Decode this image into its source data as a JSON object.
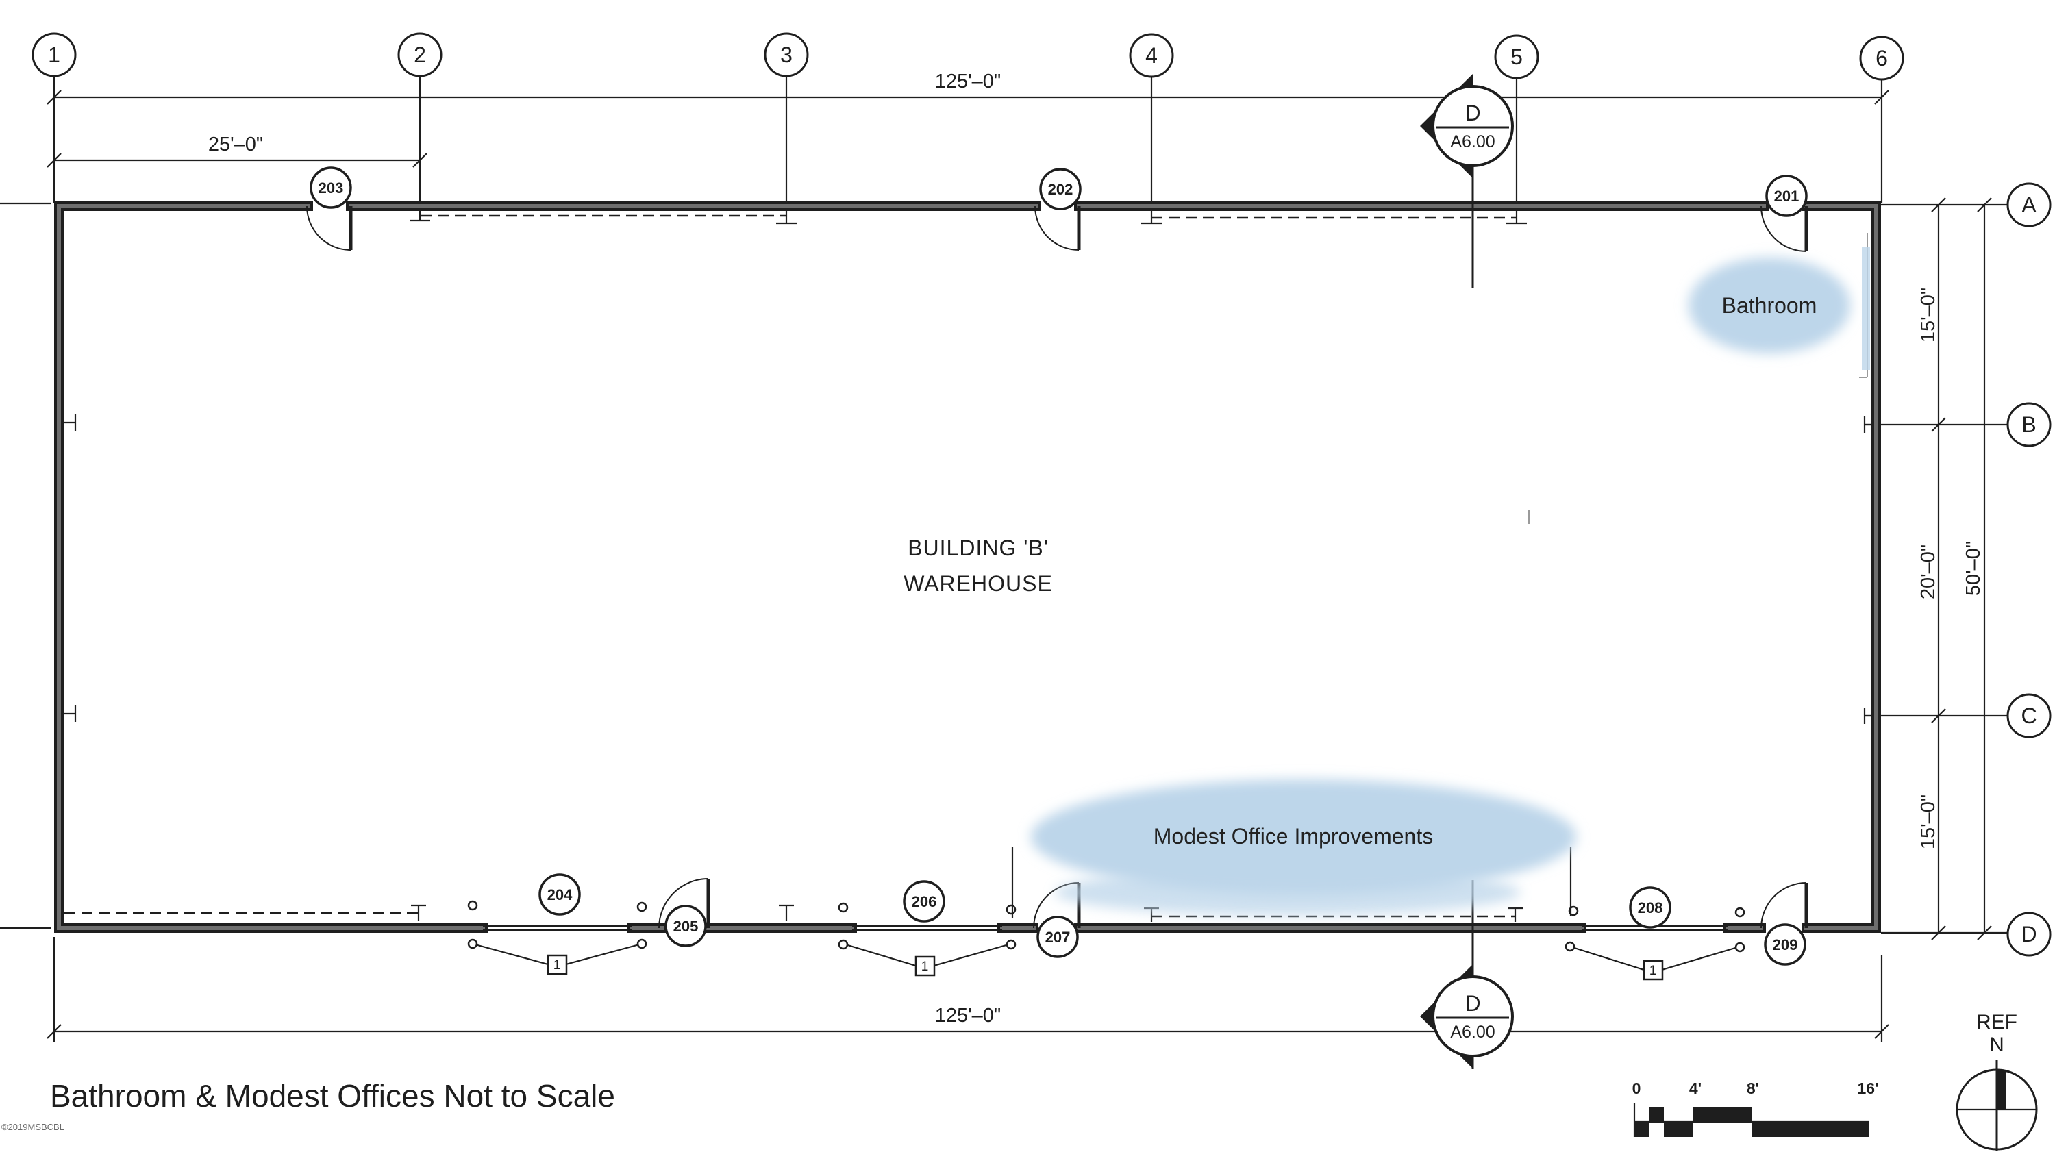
{
  "drawing": {
    "grid_columns": [
      "1",
      "2",
      "3",
      "4",
      "5",
      "6"
    ],
    "grid_rows": [
      "A",
      "B",
      "C",
      "D"
    ],
    "dimensions": {
      "top_overall": "125'–0\"",
      "top_bay": "25'–0\"",
      "bottom_overall": "125'–0\"",
      "right_a_b": "15'–0\"",
      "right_b_c": "20'–0\"",
      "right_c_d": "15'–0\"",
      "right_overall": "50'–0\""
    },
    "door_tags": [
      "203",
      "202",
      "201",
      "204",
      "205",
      "206",
      "207",
      "208",
      "209"
    ],
    "overhead_door_types": [
      "1",
      "1",
      "1"
    ],
    "section_markers": [
      {
        "detail": "D",
        "sheet": "A6.00"
      },
      {
        "detail": "D",
        "sheet": "A6.00"
      }
    ],
    "room_label": {
      "line1": "BUILDING 'B'",
      "line2": "WAREHOUSE"
    },
    "highlights": {
      "bathroom": "Bathroom",
      "offices": "Modest Office Improvements"
    },
    "caption": "Bathroom & Modest Offices Not to Scale",
    "scale_bar": {
      "labels": [
        "0",
        "4'",
        "8'",
        "16'"
      ]
    },
    "north_arrow": {
      "ref": "REF",
      "north": "N"
    },
    "watermark": "©2019MSBCBL",
    "colors": {
      "line": "#1e1e1e",
      "wall_core": "#6e6e6e",
      "highlight": "#bdd6ea",
      "background": "#ffffff"
    }
  }
}
